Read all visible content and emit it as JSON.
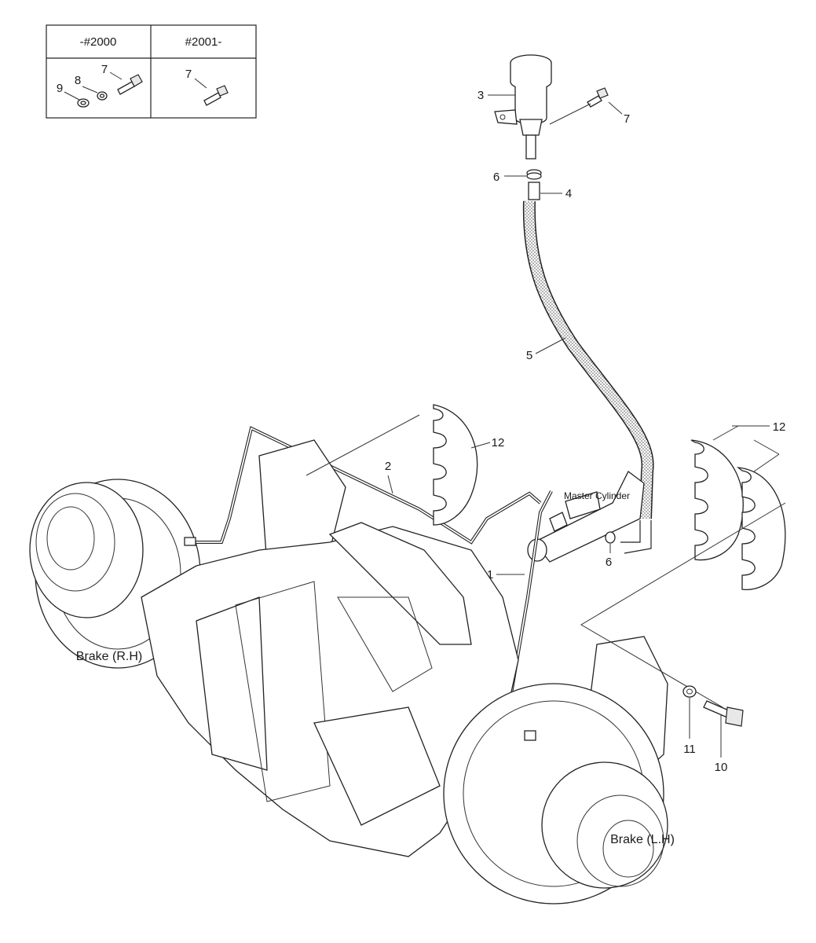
{
  "table": {
    "col1_header": "-#2000",
    "col2_header": "#2001-",
    "col1_callouts": [
      "9",
      "8",
      "7"
    ],
    "col2_callouts": [
      "7"
    ]
  },
  "callouts": {
    "c1": "1",
    "c2": "2",
    "c3": "3",
    "c4": "4",
    "c5": "5",
    "c6a": "6",
    "c6b": "6",
    "c7": "7",
    "c10": "10",
    "c11": "11",
    "c12a": "12",
    "c12b": "12"
  },
  "labels": {
    "master_cylinder": "Master Cylinder",
    "brake_rh": "Brake (R.H)",
    "brake_lh": "Brake (L.H)"
  }
}
